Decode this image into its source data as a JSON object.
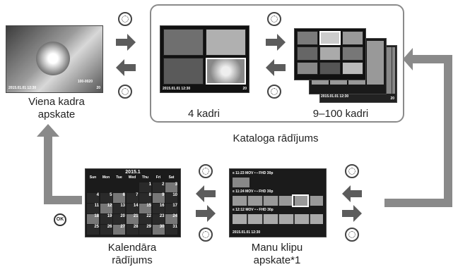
{
  "single_view": {
    "caption": "Viena kadra\napskate",
    "date": "2015.01.01 12:30",
    "file_no": "100-0020",
    "frame": "20"
  },
  "catalog": {
    "caption": "Kataloga rādījums",
    "four": {
      "caption": "4 kadri",
      "date": "2015.01.01 12:30",
      "frame": "20"
    },
    "many": {
      "caption": "9–100 kadri",
      "date": "2015.01.01 12:30",
      "frame": "20"
    }
  },
  "calendar": {
    "caption": "Kalendāra\nrādījums",
    "title": "2015.1",
    "weekdays": [
      "Sun",
      "Mon",
      "Tue",
      "Wed",
      "Thu",
      "Fri",
      "Sat"
    ],
    "days": [
      "",
      "",
      "",
      "",
      "1",
      "2",
      "3",
      "4",
      "5",
      "6",
      "7",
      "8",
      "9",
      "10",
      "11",
      "12",
      "13",
      "14",
      "15",
      "16",
      "17",
      "18",
      "19",
      "20",
      "21",
      "22",
      "23",
      "24",
      "25",
      "26",
      "27",
      "28",
      "29",
      "30",
      "31"
    ]
  },
  "clips": {
    "caption": "Manu klipu\napskate*1",
    "rows": [
      {
        "time": "11:23",
        "label": "MOV • ▪ FHD",
        "fps": "30p"
      },
      {
        "time": "11:24",
        "label": "MOV • ▪ FHD",
        "fps": "30p"
      },
      {
        "time": "12:12",
        "label": "MOV • ▪ FHD",
        "fps": "30p"
      }
    ],
    "date": "2015.01.01 12:30"
  },
  "ok_button": "OK",
  "colors": {
    "arrow": "#5c5c5c",
    "loop": "#8a8a8a",
    "screen": "#111111"
  }
}
